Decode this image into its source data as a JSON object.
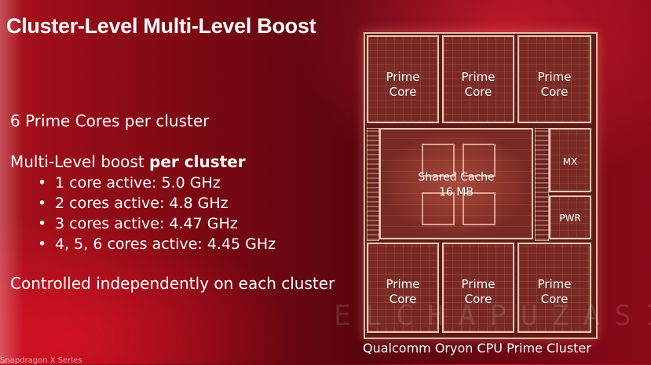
{
  "slide": {
    "title": "Cluster-Level Multi-Level Boost",
    "line1": "6 Prime Cores per cluster",
    "line2_prefix": "Multi-Level boost ",
    "line2_bold": "per cluster",
    "bullets": [
      "1 core active: 5.0 GHz",
      "2 cores active: 4.8 GHz",
      "3 cores active: 4.47 GHz",
      "4, 5, 6 cores active: 4.45 GHz"
    ],
    "bullet_glyph": "•",
    "line3": "Controlled independently on each cluster",
    "footer_small": "Snapdragon X Series"
  },
  "diagram": {
    "core_label_line1": "Prime",
    "core_label_line2": "Core",
    "cache_label_line1": "Shared Cache",
    "cache_label_line2": "16 MB",
    "mx_label": "MX",
    "pwr_label": "PWR",
    "caption": "Qualcomm Oryon CPU Prime Cluster"
  },
  "watermark": "ELCHAPUZASINFORMATICO",
  "colors": {
    "background_primary": "#7a0812",
    "accent_red": "#e01428",
    "block_outline": "#f0c8b0"
  }
}
